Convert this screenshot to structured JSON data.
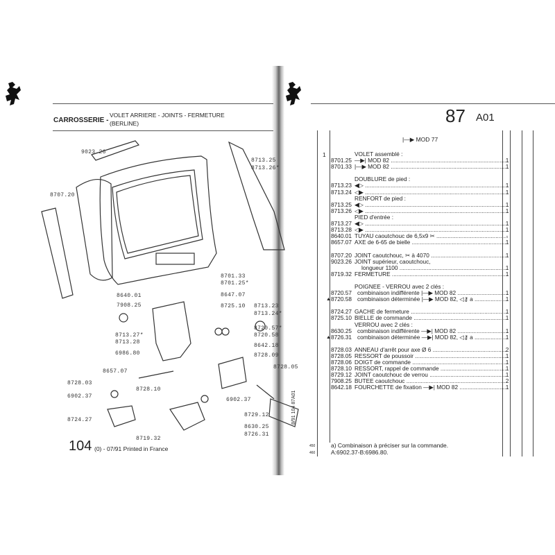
{
  "header": {
    "section": "CARROSSERIE -",
    "subtitle_line1": "VOLET ARRIERE - JOINTS - FERMETURE",
    "subtitle_line2": "(BERLINE)",
    "page_number": "87",
    "page_code": "A01"
  },
  "footer": {
    "model": "104",
    "edition": "(0) - 07/91 Printed in France",
    "vertical_ref": "8/91 104 87A01",
    "margin_num1": "450",
    "margin_num2": "460"
  },
  "diagram_labels": [
    "9023.26",
    "8707.20",
    "8713.25",
    "8713.26*",
    "8701.33",
    "8701.25*",
    "8640.01",
    "8647.07",
    "7908.25",
    "8725.10",
    "8713.23",
    "8713.24*",
    "8720.57*",
    "8720.58",
    "8713.27*",
    "8713.28",
    "8642.18",
    "8728.09",
    "6986.80",
    "8728.05",
    "8657.07",
    "8728.03",
    "8728.10",
    "6902.37",
    "6902.37",
    "8729.12",
    "8724.27",
    "8630.25",
    "8726.31",
    "8719.32"
  ],
  "parts_list": {
    "mod_header": "|—▶ MOD 77",
    "figure_index": "1",
    "rows": [
      {
        "ref": "",
        "desc": "VOLET assemblé :",
        "qty": "",
        "type": "hdr"
      },
      {
        "ref": "8701.25",
        "desc": "—▶| MOD 82",
        "qty": "1"
      },
      {
        "ref": "8701.33",
        "desc": "|—▶ MOD 82",
        "qty": "1"
      },
      {
        "ref": "",
        "desc": "",
        "qty": "",
        "type": "blank"
      },
      {
        "ref": "",
        "desc": "DOUBLURE de pied :",
        "qty": "",
        "type": "hdr"
      },
      {
        "ref": "8713.23",
        "desc": "◀▷",
        "qty": "1"
      },
      {
        "ref": "8713.24",
        "desc": "◁▶",
        "qty": "1"
      },
      {
        "ref": "",
        "desc": "RENFORT de pied :",
        "qty": "",
        "type": "hdr"
      },
      {
        "ref": "8713.25",
        "desc": "◀▷",
        "qty": "1"
      },
      {
        "ref": "8713.26",
        "desc": "◁▶",
        "qty": "1"
      },
      {
        "ref": "",
        "desc": "PIED d'entrée :",
        "qty": "",
        "type": "hdr"
      },
      {
        "ref": "8713.27",
        "desc": "◀▷",
        "qty": "1"
      },
      {
        "ref": "8713.28",
        "desc": "◁▶",
        "qty": "1"
      },
      {
        "ref": "8640.01",
        "desc": "TUYAU caoutchouc de 6,5x9 ✂",
        "qty": "-"
      },
      {
        "ref": "8657.07",
        "desc": "AXE de 6-65 de bielle",
        "qty": "1"
      },
      {
        "ref": "",
        "desc": "",
        "qty": "",
        "type": "blank"
      },
      {
        "ref": "8707.20",
        "desc": "JOINT caoutchouc, ✂ à 4070",
        "qty": "1"
      },
      {
        "ref": "9023.26",
        "desc": "JOINT supérieur, caoutchouc,",
        "qty": "",
        "type": "nodots"
      },
      {
        "ref": "",
        "desc": "longueur 1100",
        "qty": "1",
        "type": "sub"
      },
      {
        "ref": "8719.32",
        "desc": "FERMETURE",
        "qty": "1"
      },
      {
        "ref": "",
        "desc": "",
        "qty": "",
        "type": "blank"
      },
      {
        "ref": "",
        "desc": "POIGNEE - VERROU avec 2 clés :",
        "qty": "",
        "type": "hdr"
      },
      {
        "ref": "8720.57",
        "desc": "combinaison indifférente |—▶ MOD 82",
        "qty": "1",
        "type": "ind"
      },
      {
        "ref": "8720.58",
        "desc": "combinaison déterminée |—▶ MOD 82, ◁⚷ a",
        "qty": "1",
        "type": "ind",
        "mark": "▲"
      },
      {
        "ref": "",
        "desc": "",
        "qty": "",
        "type": "blank"
      },
      {
        "ref": "8724.27",
        "desc": "GACHE de fermeture",
        "qty": "1"
      },
      {
        "ref": "8725.10",
        "desc": "BIELLE de commande",
        "qty": "1"
      },
      {
        "ref": "",
        "desc": "VERROU avec 2 clés :",
        "qty": "",
        "type": "hdr"
      },
      {
        "ref": "8630.25",
        "desc": "combinaison indifférente —▶| MOD 82",
        "qty": "1",
        "type": "ind"
      },
      {
        "ref": "8726.31",
        "desc": "combinaison déterminée —▶| MOD 82, ◁⚷ a",
        "qty": "1",
        "type": "ind",
        "mark": "▲"
      },
      {
        "ref": "",
        "desc": "",
        "qty": "",
        "type": "blank"
      },
      {
        "ref": "8728.03",
        "desc": "ANNEAU d'arrêt pour axe Ø 6",
        "qty": "2"
      },
      {
        "ref": "8728.05",
        "desc": "RESSORT de poussoir",
        "qty": "1"
      },
      {
        "ref": "8728.06",
        "desc": "DOIGT de commande",
        "qty": "1"
      },
      {
        "ref": "8728.10",
        "desc": "RESSORT, rappel de commande",
        "qty": "1"
      },
      {
        "ref": "8729.12",
        "desc": "JOINT caoutchouc de verrou",
        "qty": "1"
      },
      {
        "ref": "7908.25",
        "desc": "BUTEE caoutchouc",
        "qty": "2"
      },
      {
        "ref": "8642.18",
        "desc": "FOURCHETTE de fixation —▶| MOD 82",
        "qty": "1"
      }
    ],
    "footnote_line1": "a) Combinaison à préciser sur la commande.",
    "footnote_line2": "A:6902.37-B:6986.80."
  }
}
